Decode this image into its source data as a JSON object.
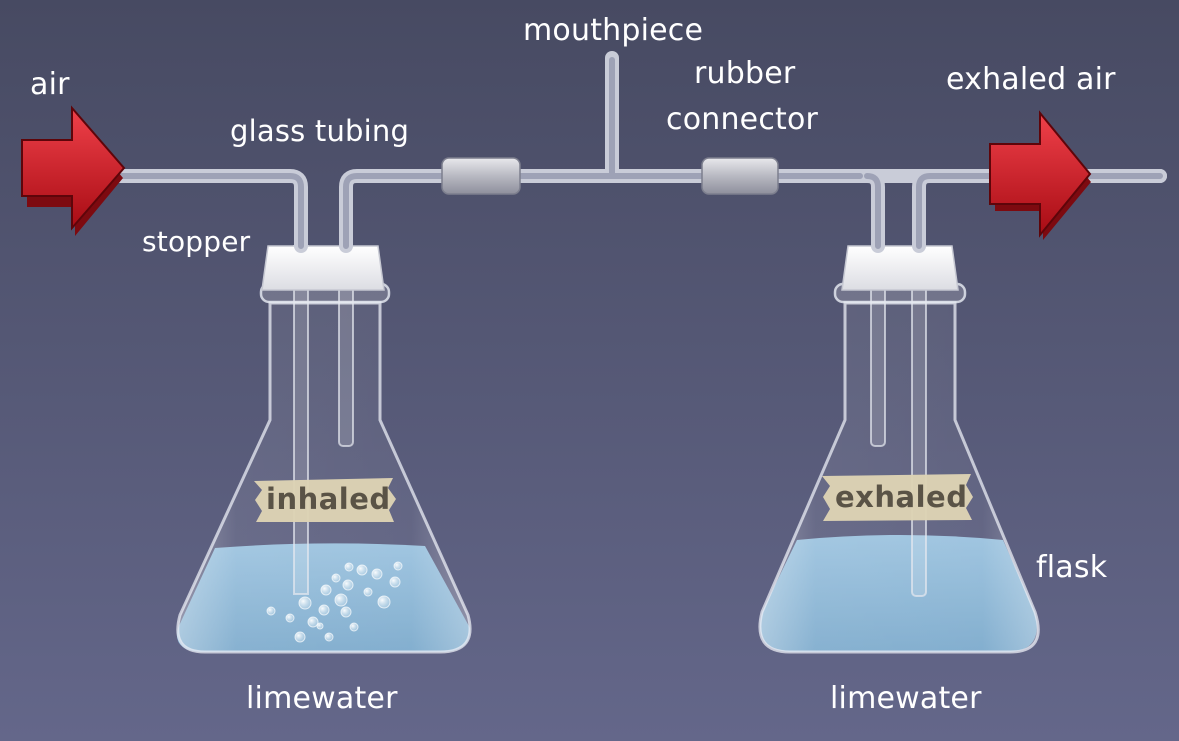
{
  "labels": {
    "air": "air",
    "glass_tubing": "glass tubing",
    "stopper": "stopper",
    "mouthpiece": "mouthpiece",
    "rubber": "rubber",
    "connector": "connector",
    "exhaled_air": "exhaled air",
    "flask": "flask",
    "limewater_left": "limewater",
    "limewater_right": "limewater"
  },
  "flask_tags": {
    "left": "inhaled",
    "right": "exhaled"
  },
  "colors": {
    "arrow": "#d0151f",
    "limewater": "#8ab8d8",
    "stopper": "#f4f4f4",
    "tag_paper": "#ddd3b4",
    "background": "#535673"
  }
}
